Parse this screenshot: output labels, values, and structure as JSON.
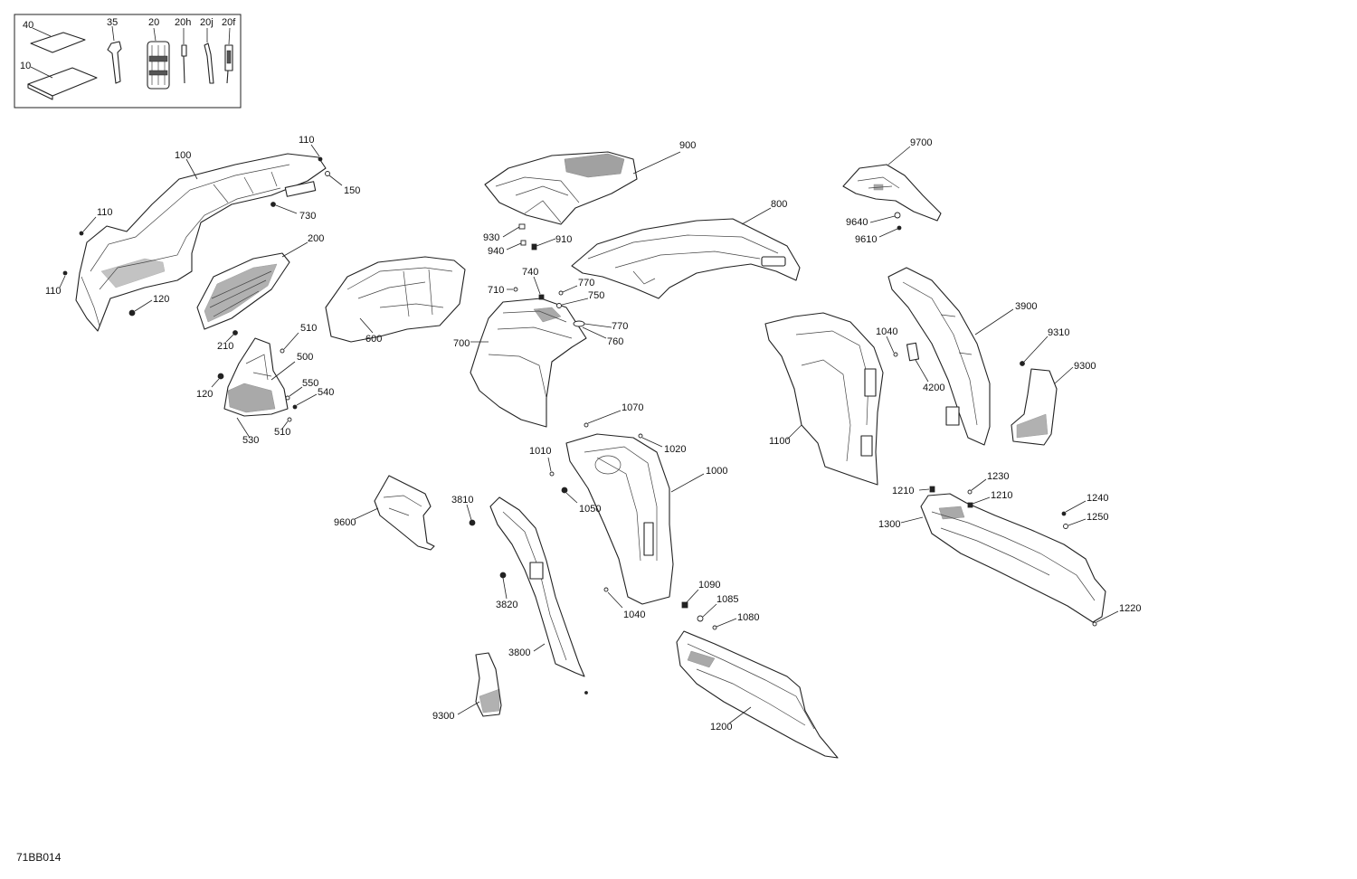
{
  "reference_code": "71BB014",
  "kit_box": {
    "labels": [
      "40",
      "10",
      "35",
      "20",
      "20h",
      "20j",
      "20f"
    ]
  },
  "callouts": [
    "100",
    "110",
    "110",
    "110",
    "150",
    "730",
    "200",
    "120",
    "210",
    "600",
    "510",
    "500",
    "550",
    "540",
    "510",
    "530",
    "120",
    "900",
    "930",
    "940",
    "910",
    "800",
    "740",
    "710",
    "770",
    "750",
    "770",
    "760",
    "700",
    "9700",
    "9640",
    "9610",
    "1040",
    "4200",
    "3900",
    "9310",
    "9300",
    "1100",
    "1070",
    "1010",
    "1020",
    "1050",
    "1000",
    "9600",
    "3810",
    "3820",
    "3800",
    "9300",
    "1040",
    "1090",
    "1085",
    "1080",
    "1200",
    "1230",
    "1210",
    "1210",
    "1300",
    "1240",
    "1250",
    "1220"
  ]
}
